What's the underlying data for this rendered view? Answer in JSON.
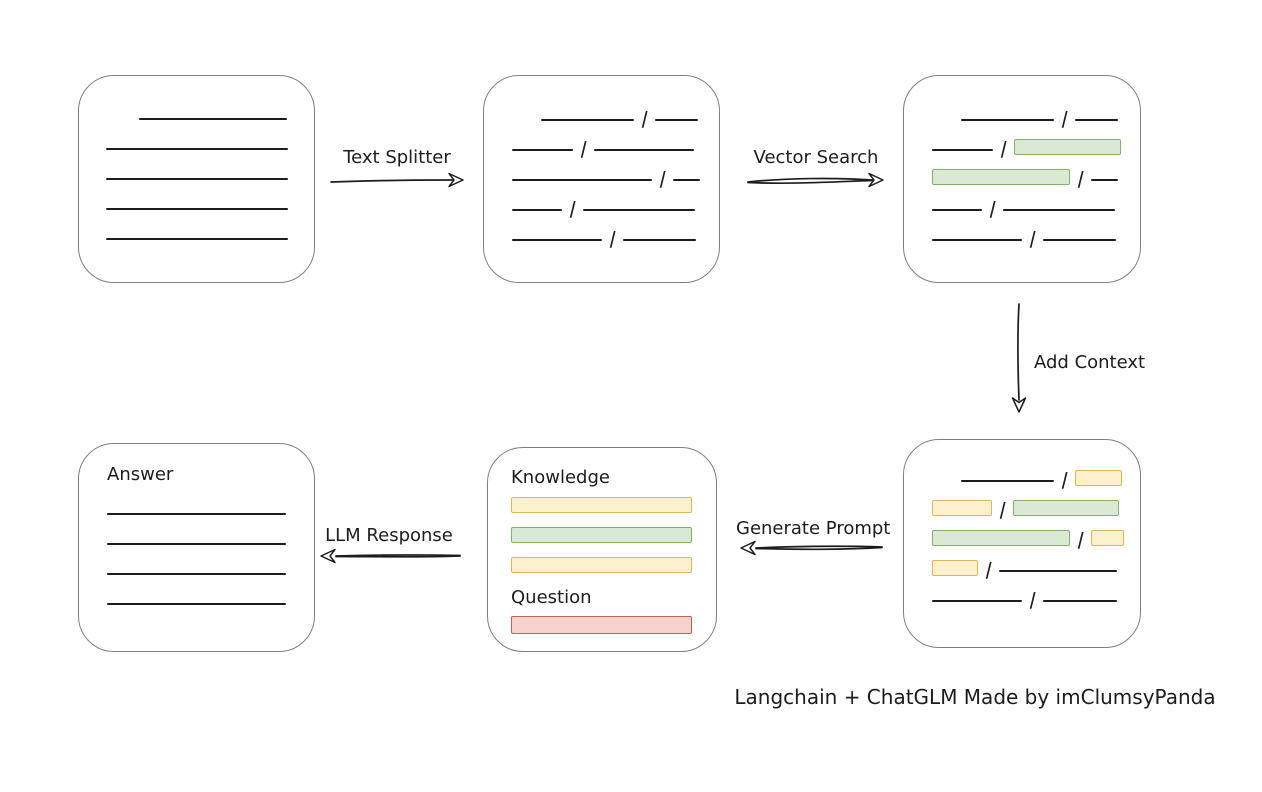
{
  "colors": {
    "canvas_bg": "#ffffff",
    "ink": "#1c1c1c",
    "box_border": "#7f7f7f",
    "green_fill": "#d9e9d4",
    "green_stroke": "#84b168",
    "yellow_fill": "#fcf0cd",
    "yellow_stroke": "#d9b85c",
    "red_fill": "#f7d1cd",
    "red_stroke": "#bf5f58"
  },
  "glyphs": {
    "slash": "/"
  },
  "arrows": {
    "text_splitter": {
      "label": "Text Splitter",
      "direction": "right"
    },
    "vector_search": {
      "label": "Vector Search",
      "direction": "right"
    },
    "add_context": {
      "label": "Add Context",
      "direction": "down"
    },
    "generate_prompt": {
      "label": "Generate Prompt",
      "direction": "left"
    },
    "llm_response": {
      "label": "LLM Response",
      "direction": "left"
    }
  },
  "boxes": {
    "document": {
      "description": "source document with plain text lines",
      "rows": [
        [
          {
            "t": "indent",
            "w": 26
          },
          {
            "t": "line",
            "w": 148
          }
        ],
        [
          {
            "t": "line",
            "w": 182
          }
        ],
        [
          {
            "t": "line",
            "w": 182
          }
        ],
        [
          {
            "t": "line",
            "w": 182
          }
        ],
        [
          {
            "t": "line",
            "w": 182
          }
        ]
      ]
    },
    "split_text": {
      "description": "text split into chunks separated by slashes",
      "rows": [
        [
          {
            "t": "indent",
            "w": 22
          },
          {
            "t": "line",
            "w": 93
          },
          {
            "t": "slash"
          },
          {
            "t": "line",
            "w": 43
          }
        ],
        [
          {
            "t": "line",
            "w": 61
          },
          {
            "t": "slash"
          },
          {
            "t": "line",
            "w": 100
          }
        ],
        [
          {
            "t": "line",
            "w": 140
          },
          {
            "t": "slash"
          },
          {
            "t": "line",
            "w": 27
          }
        ],
        [
          {
            "t": "line",
            "w": 50
          },
          {
            "t": "slash"
          },
          {
            "t": "line",
            "w": 112
          }
        ],
        [
          {
            "t": "line",
            "w": 90
          },
          {
            "t": "slash"
          },
          {
            "t": "line",
            "w": 73
          }
        ]
      ]
    },
    "search_result": {
      "description": "vector search result with matched chunks highlighted green",
      "rows": [
        [
          {
            "t": "indent",
            "w": 22
          },
          {
            "t": "line",
            "w": 93
          },
          {
            "t": "slash"
          },
          {
            "t": "line",
            "w": 43
          }
        ],
        [
          {
            "t": "line",
            "w": 61
          },
          {
            "t": "slash"
          },
          {
            "t": "chunk",
            "c": "green",
            "w": 107
          }
        ],
        [
          {
            "t": "chunk",
            "c": "green",
            "w": 138
          },
          {
            "t": "slash"
          },
          {
            "t": "line",
            "w": 27
          }
        ],
        [
          {
            "t": "line",
            "w": 50
          },
          {
            "t": "slash"
          },
          {
            "t": "line",
            "w": 112
          }
        ],
        [
          {
            "t": "line",
            "w": 90
          },
          {
            "t": "slash"
          },
          {
            "t": "line",
            "w": 73
          }
        ]
      ]
    },
    "context_text": {
      "description": "matched chunks with added context highlighted yellow",
      "rows": [
        [
          {
            "t": "indent",
            "w": 22
          },
          {
            "t": "line",
            "w": 93
          },
          {
            "t": "slash"
          },
          {
            "t": "chunk",
            "c": "yellow",
            "w": 47
          }
        ],
        [
          {
            "t": "chunk",
            "c": "yellow",
            "w": 60
          },
          {
            "t": "slash"
          },
          {
            "t": "chunk",
            "c": "green",
            "w": 106
          }
        ],
        [
          {
            "t": "chunk",
            "c": "green",
            "w": 138
          },
          {
            "t": "slash"
          },
          {
            "t": "chunk",
            "c": "yellow",
            "w": 33
          }
        ],
        [
          {
            "t": "chunk",
            "c": "yellow",
            "w": 46
          },
          {
            "t": "slash"
          },
          {
            "t": "line",
            "w": 118
          }
        ],
        [
          {
            "t": "line",
            "w": 90
          },
          {
            "t": "slash"
          },
          {
            "t": "line",
            "w": 74
          }
        ]
      ]
    },
    "prompt": {
      "knowledge_label": "Knowledge",
      "knowledge_bars": [
        "yellow",
        "green",
        "yellow"
      ],
      "question_label": "Question",
      "question_bars": [
        "red"
      ]
    },
    "answer": {
      "label": "Answer",
      "rows": [
        [
          {
            "t": "line",
            "w": 179
          }
        ],
        [
          {
            "t": "line",
            "w": 179
          }
        ],
        [
          {
            "t": "line",
            "w": 179
          }
        ],
        [
          {
            "t": "line",
            "w": 179
          }
        ]
      ]
    }
  },
  "caption": "Langchain + ChatGLM Made by imClumsyPanda"
}
